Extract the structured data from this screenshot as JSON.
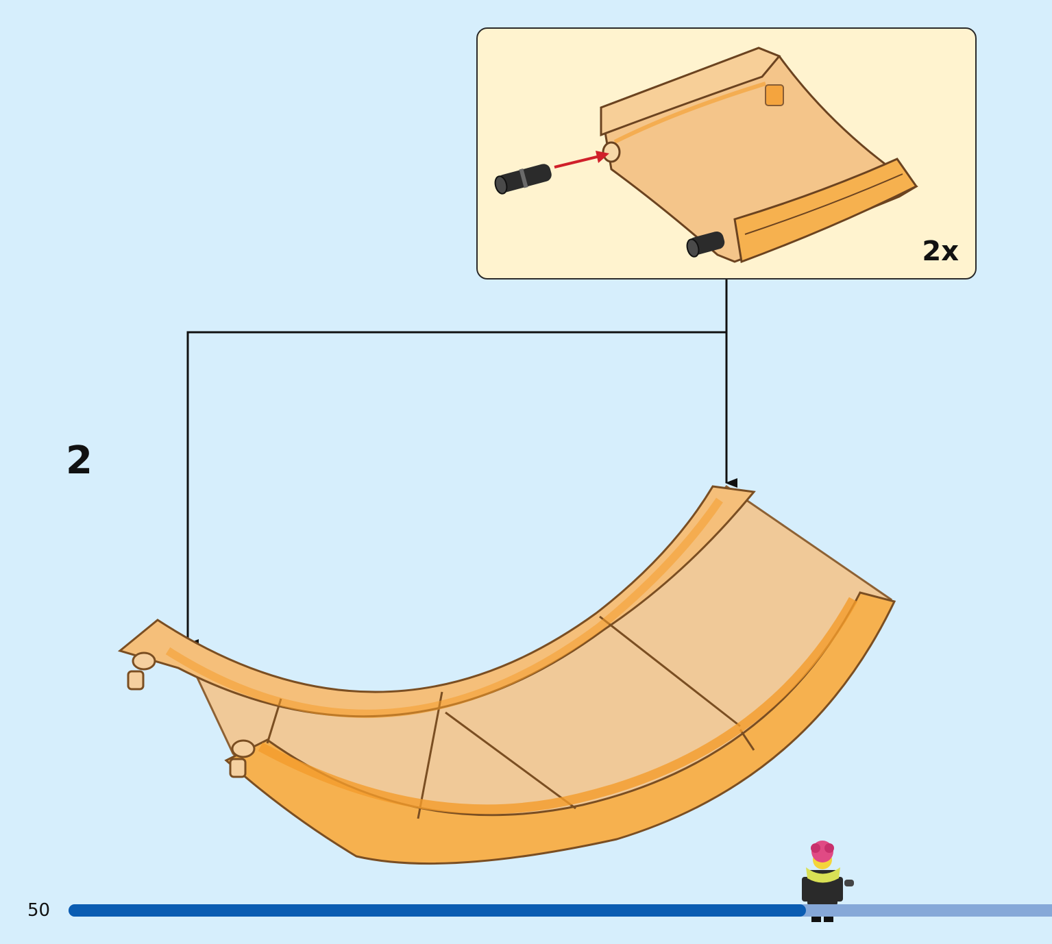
{
  "page": {
    "page_number": "50",
    "progress": 0.75
  },
  "step": {
    "number": "2"
  },
  "callout": {
    "multiplier": "2x",
    "part_icons": [
      "technic-pin-icon",
      "curved-panel-icon"
    ]
  },
  "colors": {
    "background": "#d6eefc",
    "callout_background": "#fff3cf",
    "part_color": "#f6b75a",
    "progress_fill": "#0a5cb2",
    "progress_track": "#86a8d8",
    "arrow_red": "#d0202a"
  }
}
